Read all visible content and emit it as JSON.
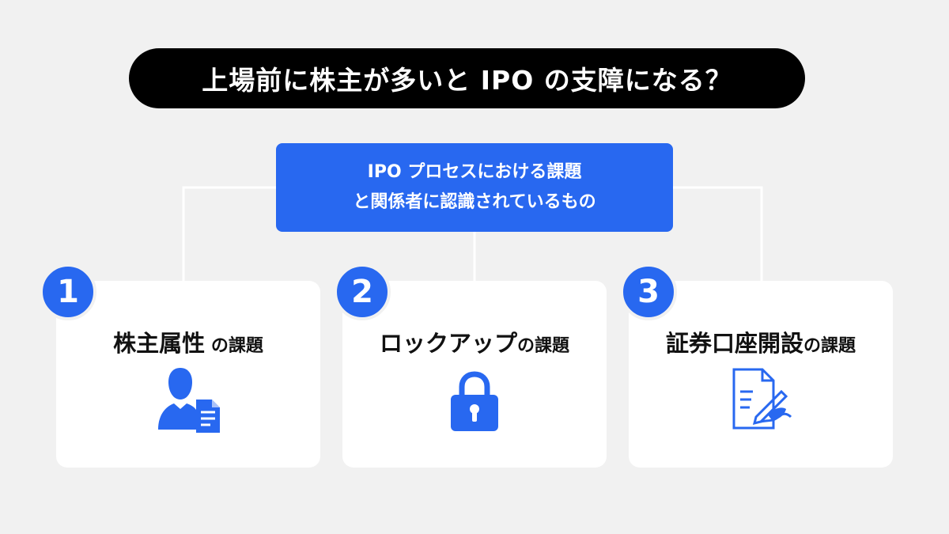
{
  "title": "上場前に株主が多いと IPO の支障になる？",
  "center": {
    "line1": "IPO プロセスにおける課題",
    "line2": "と関係者に認識されているもの"
  },
  "cards": [
    {
      "number": "1",
      "title_main": "株主属性",
      "title_suffix": " の課題",
      "icon": "person-document-icon"
    },
    {
      "number": "2",
      "title_main": "ロックアップ",
      "title_suffix": "の課題",
      "icon": "padlock-icon"
    },
    {
      "number": "3",
      "title_main": "証券口座開設",
      "title_suffix": "の課題",
      "icon": "signing-document-icon"
    }
  ],
  "colors": {
    "accent": "#2868f0",
    "background": "#f1f1f1",
    "pill": "#000000",
    "card": "#ffffff"
  }
}
